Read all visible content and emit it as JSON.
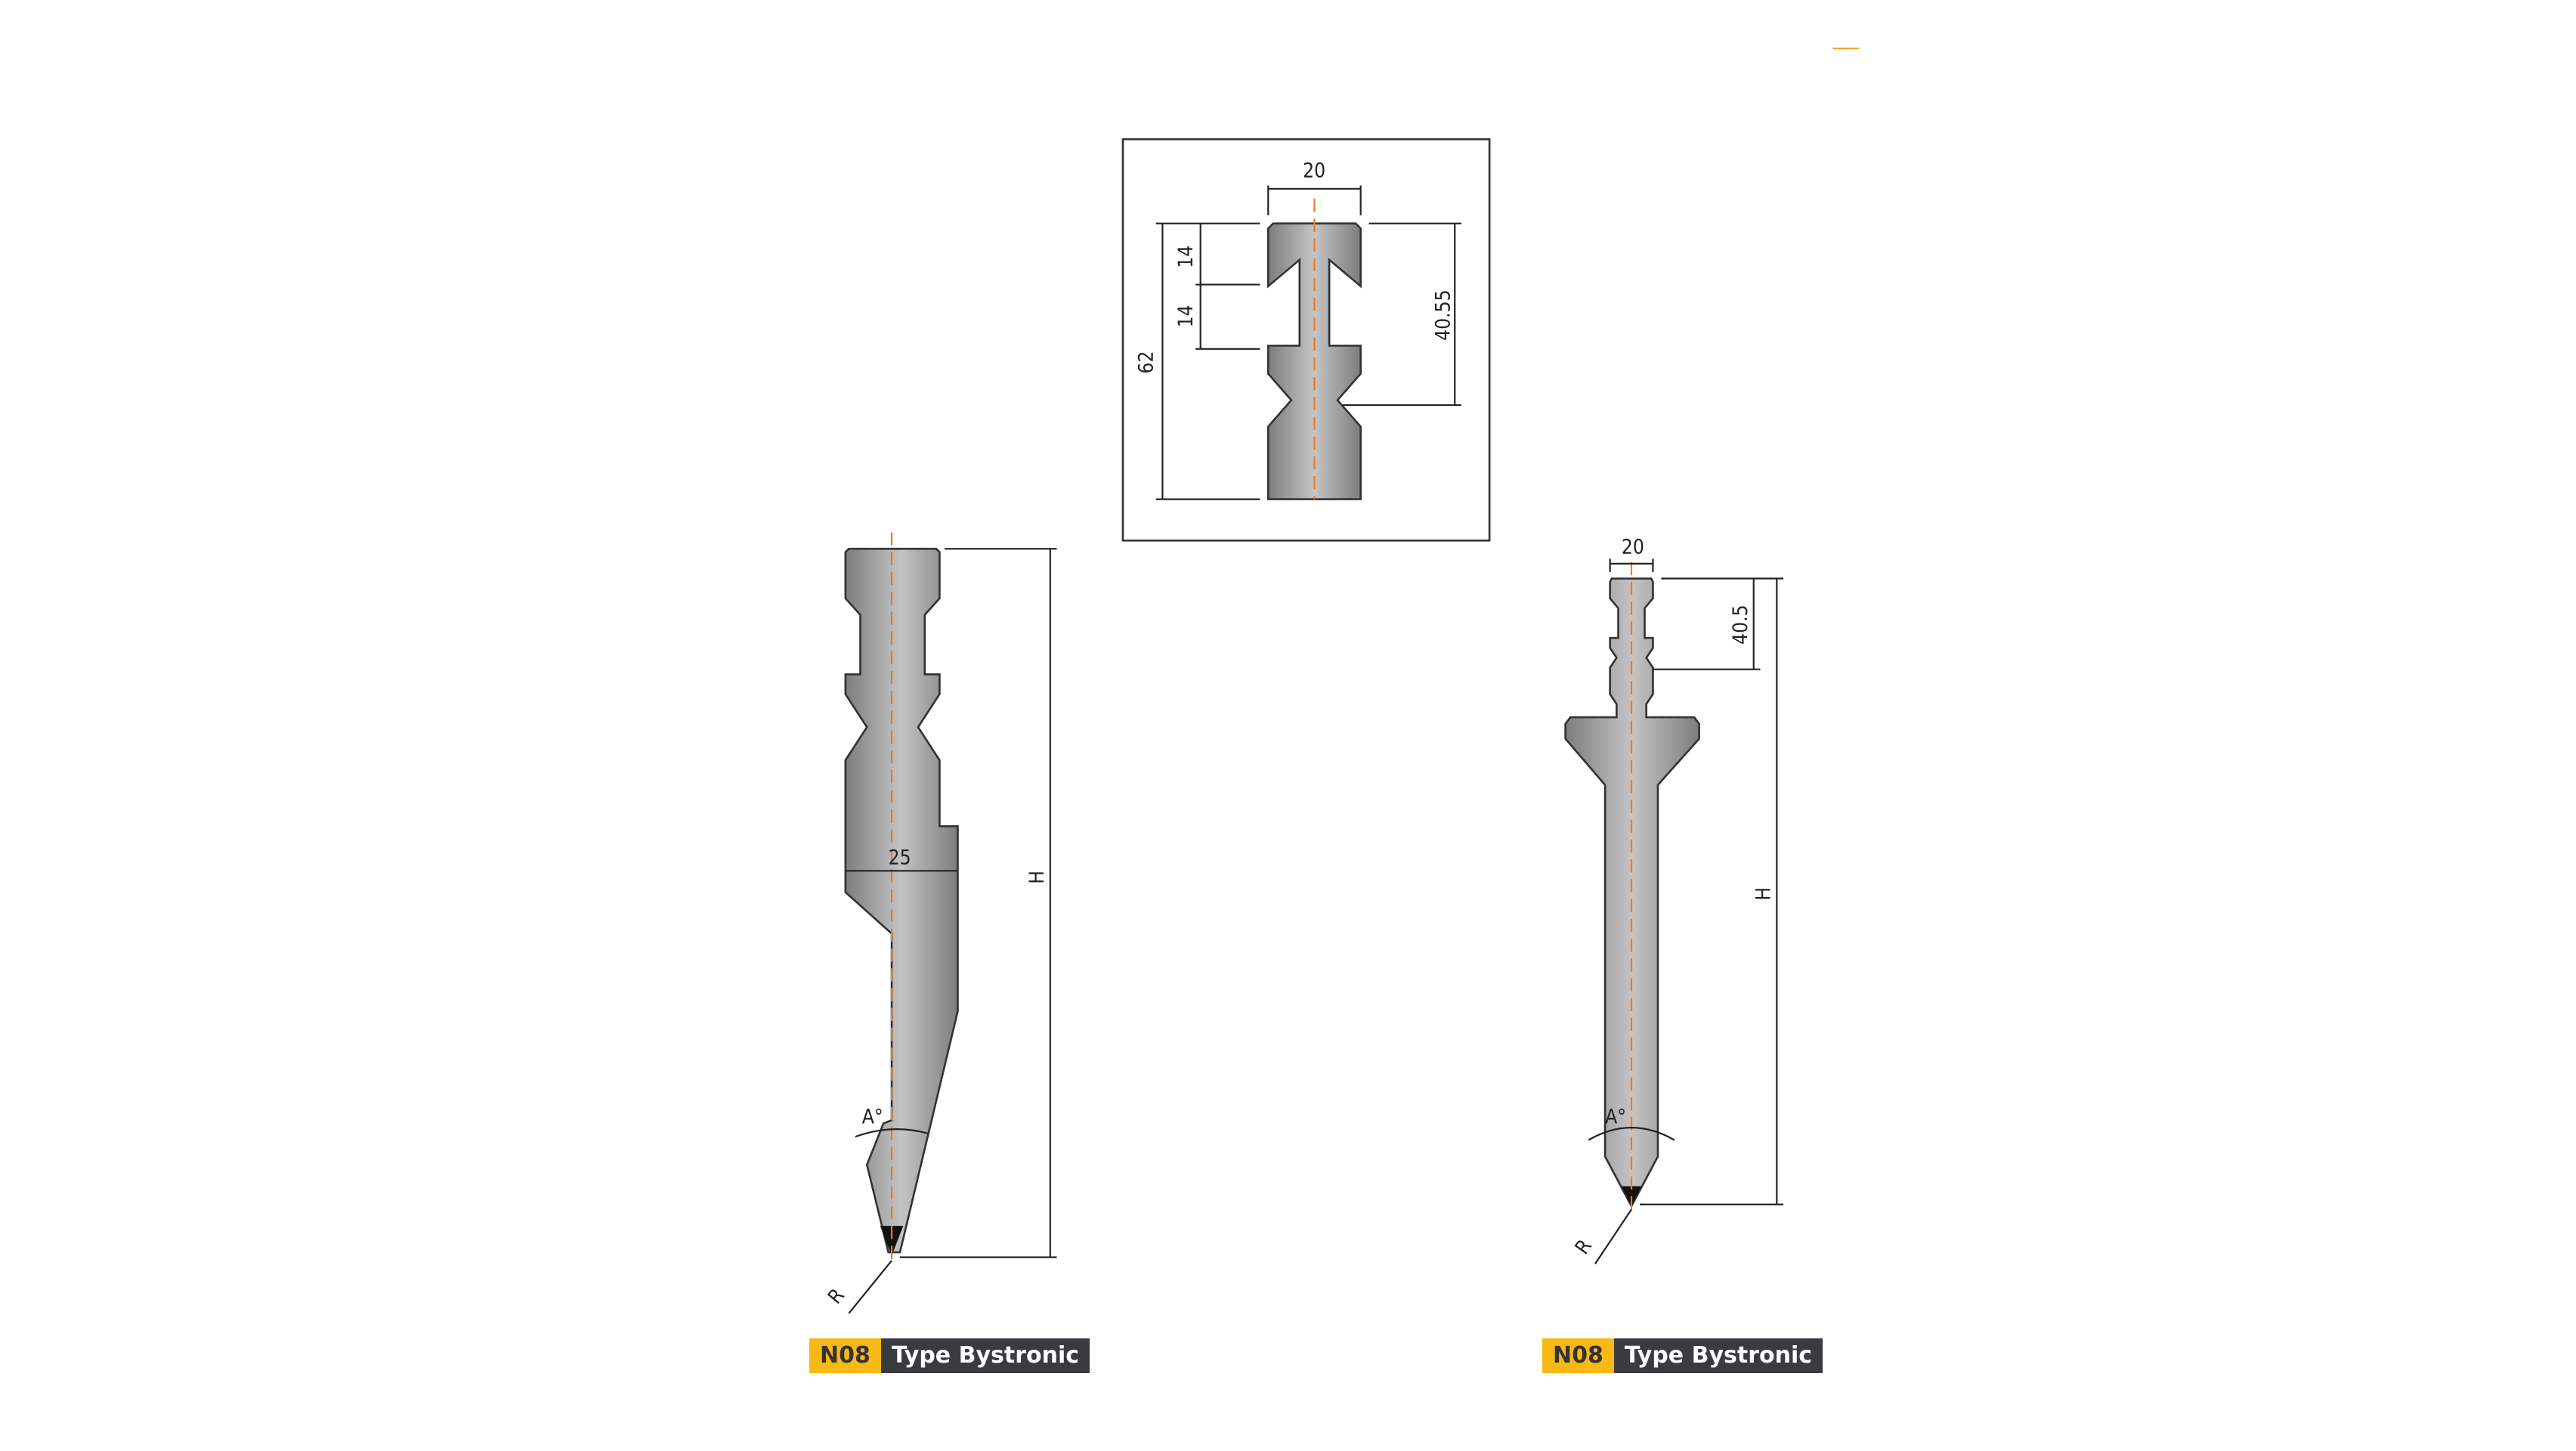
{
  "detail": {
    "width": "20",
    "h1": "14",
    "h2": "14",
    "total": "62",
    "notch": "40.55"
  },
  "left_tool": {
    "width": "25",
    "height": "H",
    "angle": "A°",
    "radius": "R"
  },
  "right_tool": {
    "width": "20",
    "notch": "40.5",
    "height": "H",
    "angle": "A°",
    "radius": "R"
  },
  "labels": [
    {
      "code": "N08",
      "type": "Type Bystronic"
    },
    {
      "code": "N08",
      "type": "Type Bystronic"
    }
  ],
  "colors": {
    "code_bg": "#f9b914",
    "type_bg": "#3a3b3f",
    "axis": "#f07a20",
    "steel": "#a8a8a8"
  }
}
